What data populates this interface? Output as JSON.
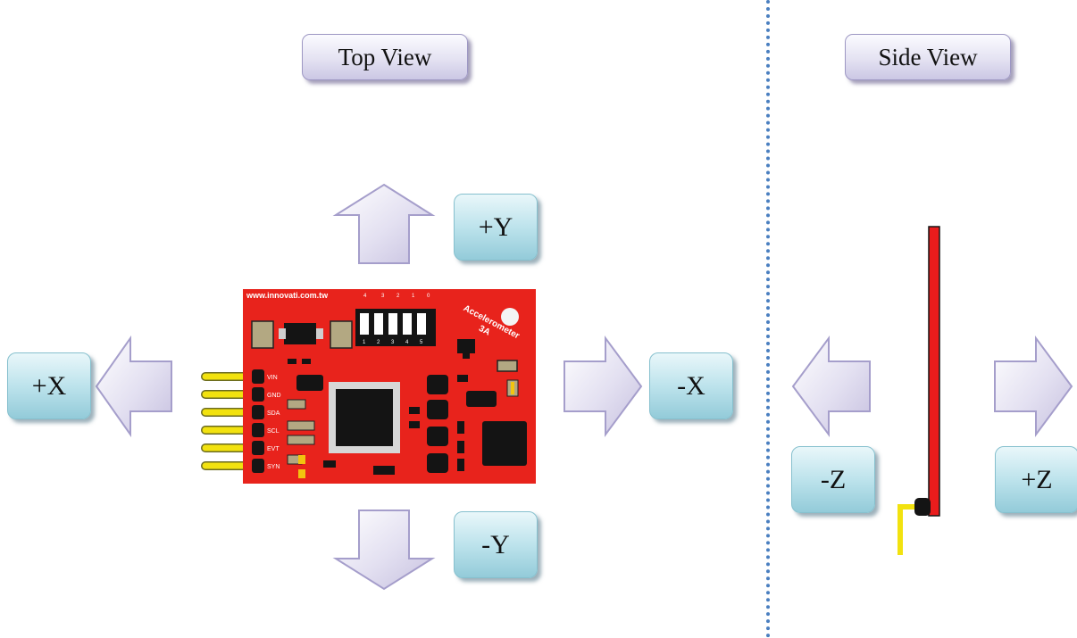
{
  "views": {
    "top_title": "Top View",
    "side_title": "Side View"
  },
  "axes": {
    "plus_y": "+Y",
    "minus_y": "-Y",
    "plus_x": "+X",
    "minus_x": "-X",
    "minus_z": "-Z",
    "plus_z": "+Z"
  },
  "board": {
    "url": "www.innovati.com.tw",
    "title_line1": "Accelerometer",
    "title_line2": "3A",
    "switch_top_numbers": [
      "4",
      "3",
      "2",
      "1",
      "0"
    ],
    "switch_bottom_numbers": [
      "1",
      "2",
      "3",
      "4",
      "5"
    ],
    "pin_labels": [
      "VIN",
      "GND",
      "SDA",
      "SCL",
      "EVT",
      "SYN"
    ]
  },
  "colors": {
    "pcb_red": "#e8231c",
    "pin_yellow": "#f2e20f",
    "arrow_fill": "#d8d4ea",
    "arrow_stroke": "#a59ecb",
    "divider": "#4a7fc0"
  }
}
